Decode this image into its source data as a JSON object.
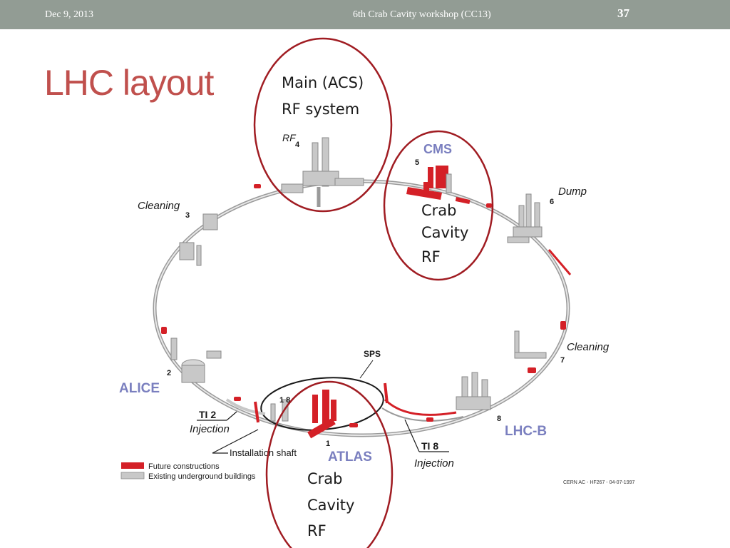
{
  "header": {
    "date": "Dec 9, 2013",
    "event": "6th Crab Cavity workshop (CC13)",
    "page_number": "37",
    "bar_color": "#929c94"
  },
  "slide": {
    "title": "LHC layout",
    "title_color": "#c0504d"
  },
  "annotations": {
    "main_rf": [
      "Main (ACS)",
      "RF system"
    ],
    "cms_crab": [
      "Crab",
      "Cavity",
      "RF"
    ],
    "atlas_crab": [
      "Crab",
      "Cavity",
      "RF"
    ],
    "circle_color": "#a01c22"
  },
  "diagram": {
    "points": [
      {
        "num": "4",
        "label": "RF"
      },
      {
        "num": "5",
        "label": "CMS"
      },
      {
        "num": "6",
        "label": "Dump"
      },
      {
        "num": "3",
        "label": "Cleaning"
      },
      {
        "num": "7",
        "label": "Cleaning"
      },
      {
        "num": "2",
        "label": "ALICE"
      },
      {
        "num": "8",
        "label": "LHC-B"
      },
      {
        "num": "1",
        "label": "ATLAS"
      },
      {
        "num": "1 8",
        "label": ""
      }
    ],
    "sps_label": "SPS",
    "ti2": {
      "name": "TI 2",
      "sub": "Injection"
    },
    "ti8": {
      "name": "TI 8",
      "sub": "Injection"
    },
    "installation_shaft": "Installation shaft",
    "legend": [
      {
        "label": "Future constructions",
        "color": "#d42027"
      },
      {
        "label": "Existing underground buildings",
        "color": "#c8c8c8"
      }
    ],
    "credit": "CERN AC - HF267 - 04-07-1997",
    "experiment_label_color": "#7a7fbf",
    "future_color": "#d42027",
    "existing_color": "#c8c8c8"
  }
}
